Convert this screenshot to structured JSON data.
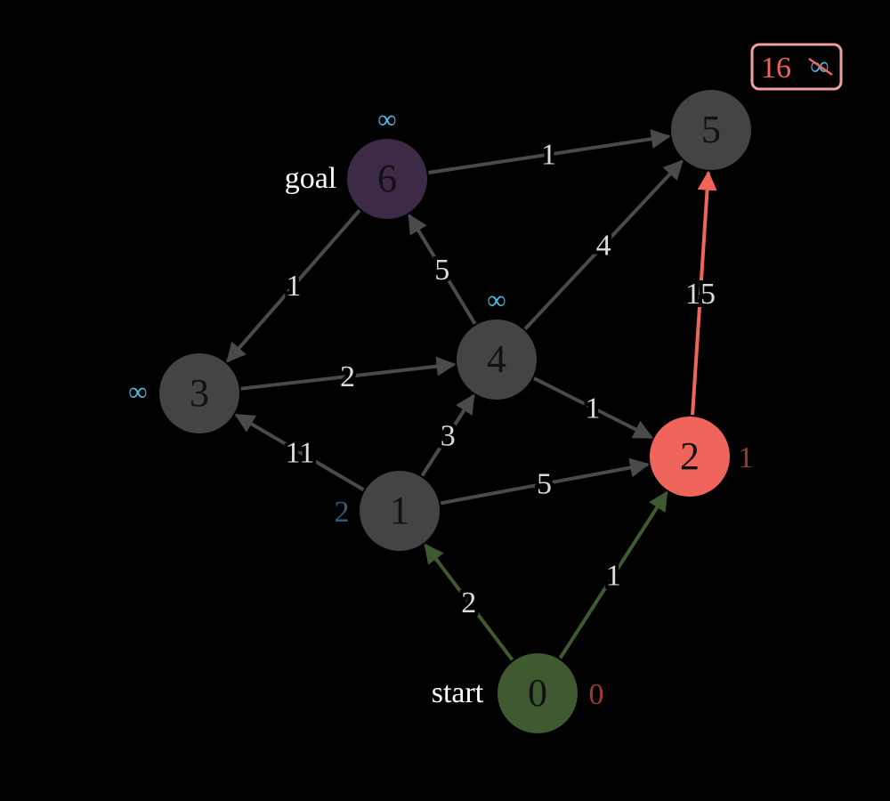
{
  "colors": {
    "background": "#000000",
    "node_default": "#444444",
    "node_start": "#3f5a30",
    "node_goal": "#3c2a46",
    "node_current": "#f0655b",
    "edge_default": "#4a4a4a",
    "edge_path": "#3f5a30",
    "edge_active": "#f0655b",
    "weight_text": "#dcdcdc",
    "node_text": "#111111",
    "infinity": "#4fb8e0",
    "dist_final": "#9c3a33",
    "dist_tentative": "#2f5f78",
    "callout_border": "#f0a0a5",
    "callout_text": "#f0655b"
  },
  "nodes": [
    {
      "id": "0",
      "label": "0",
      "role": "start",
      "tag": "start",
      "dist": "0",
      "dist_state": "final"
    },
    {
      "id": "1",
      "label": "1",
      "role": "default",
      "dist": "2",
      "dist_state": "tentative"
    },
    {
      "id": "2",
      "label": "2",
      "role": "current",
      "dist": "1",
      "dist_state": "final"
    },
    {
      "id": "3",
      "label": "3",
      "role": "default",
      "dist": "∞",
      "dist_state": "infinity"
    },
    {
      "id": "4",
      "label": "4",
      "role": "default",
      "dist": "∞",
      "dist_state": "infinity"
    },
    {
      "id": "5",
      "label": "5",
      "role": "default",
      "dist": "",
      "dist_state": "infinity"
    },
    {
      "id": "6",
      "label": "6",
      "role": "goal",
      "tag": "goal",
      "dist": "∞",
      "dist_state": "infinity"
    }
  ],
  "edges": [
    {
      "from": "0",
      "to": "1",
      "weight": "2",
      "state": "path"
    },
    {
      "from": "0",
      "to": "2",
      "weight": "1",
      "state": "path"
    },
    {
      "from": "1",
      "to": "3",
      "weight": "11",
      "state": "default"
    },
    {
      "from": "1",
      "to": "4",
      "weight": "3",
      "state": "default"
    },
    {
      "from": "1",
      "to": "2",
      "weight": "5",
      "state": "default"
    },
    {
      "from": "3",
      "to": "4",
      "weight": "2",
      "state": "default"
    },
    {
      "from": "4",
      "to": "6",
      "weight": "5",
      "state": "default"
    },
    {
      "from": "4",
      "to": "5",
      "weight": "4",
      "state": "default"
    },
    {
      "from": "4",
      "to": "2",
      "weight": "1",
      "state": "default"
    },
    {
      "from": "6",
      "to": "3",
      "weight": "1",
      "state": "default"
    },
    {
      "from": "6",
      "to": "5",
      "weight": "1",
      "state": "default"
    },
    {
      "from": "2",
      "to": "5",
      "weight": "15",
      "state": "active"
    }
  ],
  "callout": {
    "node": "5",
    "new_value": "16",
    "old_value": "∞"
  }
}
